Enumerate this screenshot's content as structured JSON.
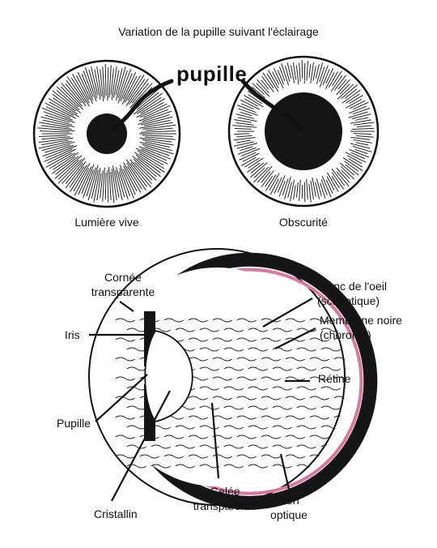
{
  "title": "Variation de la pupille suivant l'éclairage",
  "top": {
    "pupil_label": "pupille",
    "left_caption": "Lumière vive",
    "right_caption": "Obscurité"
  },
  "eye": {
    "labels": {
      "cornea_line1": "Cornée",
      "cornea_line2": "transparente",
      "iris": "Iris",
      "pupil": "Pupille",
      "lens": "Cristallin",
      "sclera_line1": "Blanc de l'oeil",
      "sclera_line2": "(sclérotique)",
      "choroid_line1": "Membrane noire",
      "choroid_line2": "(choroïde)",
      "retina": "Rétine",
      "vitreous_line1": "Gelée",
      "vitreous_line2": "transparente",
      "nerve_line1": "Nerf",
      "nerve_line2": "optique"
    }
  },
  "colors": {
    "ink": "#111111",
    "retina": "#d9779c",
    "nerve": "#e79ab8",
    "choroid": "#161616"
  }
}
